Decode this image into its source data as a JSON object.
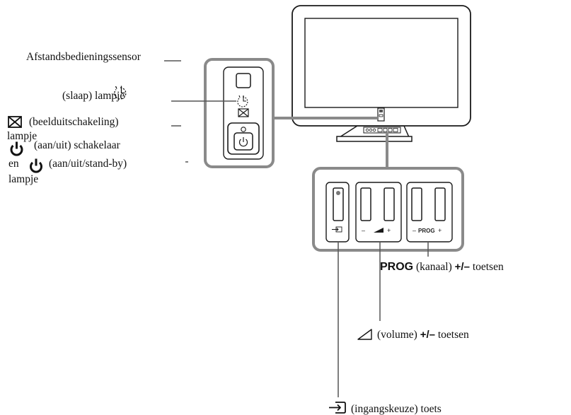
{
  "labels": {
    "remote_sensor": "Afstandsbedieningssensor",
    "sleep_line1": "(slaap) lampje",
    "picture_off_line1": "(beelduitschakeling)",
    "picture_off_line2": "lampje",
    "power_line1": "(aan/uit) schakelaar",
    "power_line2_pre": "en",
    "power_line2_post": "(aan/uit/stand-by)",
    "power_line3": "lampje",
    "prog_bold": "PROG",
    "prog_rest": "(kanaal)",
    "prog_plusminus": "+/–",
    "prog_tail": "toetsen",
    "volume_text": "(volume)",
    "volume_plusminus": "+/–",
    "volume_tail": "toetsen",
    "input_text": "(ingangskeuze) toets"
  },
  "panel": {
    "vol_minus": "–",
    "vol_plus": "+",
    "prog_minus": "–",
    "prog_label": "PROG",
    "prog_plus": "+"
  },
  "colors": {
    "callout_gray": "#8a8a8a",
    "line": "#555555",
    "outline": "#1a1a1a"
  }
}
